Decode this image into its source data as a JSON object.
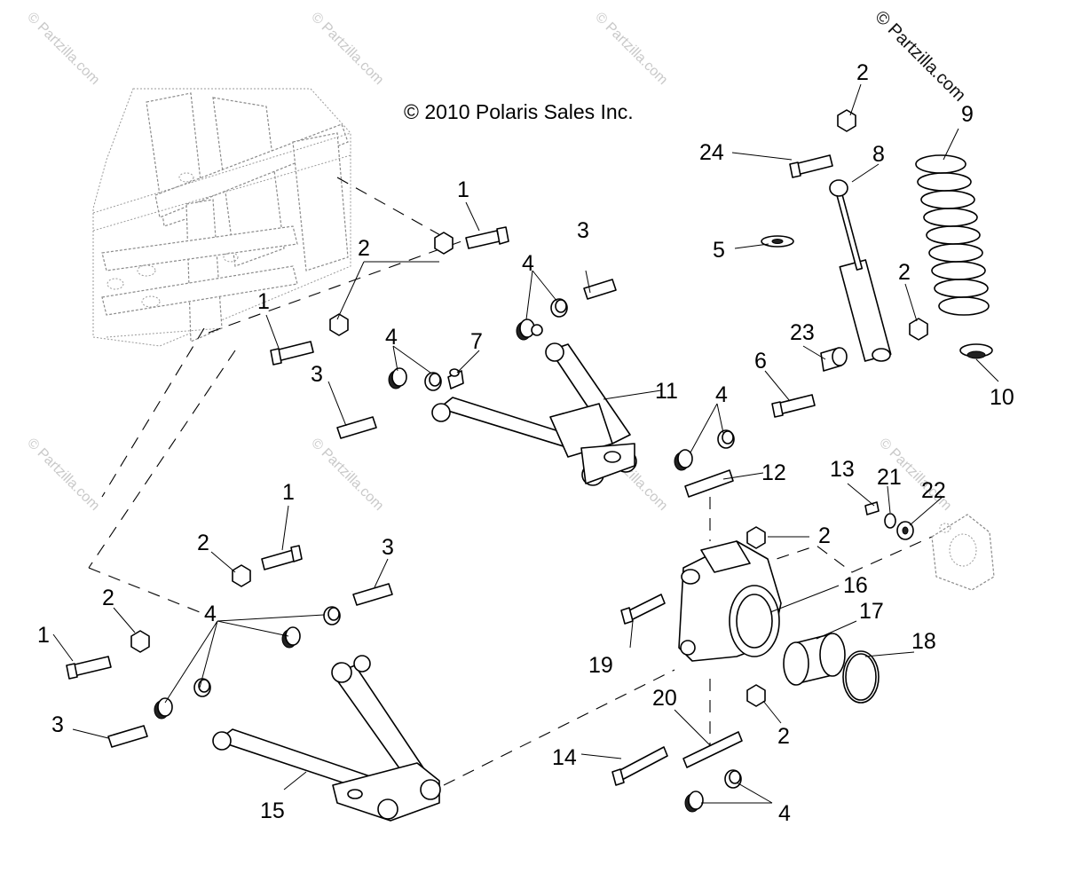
{
  "copyright": "© 2010 Polaris Sales Inc.",
  "watermark_main": "© Partzilla.com",
  "watermark_faint": "© Partzilla.com",
  "callouts": [
    "1",
    "2",
    "3",
    "4",
    "5",
    "6",
    "7",
    "8",
    "9",
    "10",
    "11",
    "12",
    "13",
    "14",
    "15",
    "16",
    "17",
    "18",
    "19",
    "20",
    "21",
    "22",
    "23",
    "24"
  ],
  "callout_instances": {
    "n1a": "1",
    "n1b": "1",
    "n1c": "1",
    "n1d": "1",
    "n2a": "2",
    "n2b": "2",
    "n2c": "2",
    "n2d": "2",
    "n2e": "2",
    "n2f": "2",
    "n2g": "2",
    "n3a": "3",
    "n3b": "3",
    "n3c": "3",
    "n3d": "3",
    "n4a": "4",
    "n4b": "4",
    "n4c": "4",
    "n4d": "4",
    "n4e": "4",
    "n5": "5",
    "n6": "6",
    "n7": "7",
    "n8": "8",
    "n9": "9",
    "n10": "10",
    "n11": "11",
    "n12": "12",
    "n13": "13",
    "n14": "14",
    "n15": "15",
    "n16": "16",
    "n17": "17",
    "n18": "18",
    "n19": "19",
    "n20": "20",
    "n21": "21",
    "n22": "22",
    "n23": "23",
    "n24": "24"
  },
  "colors": {
    "line": "#000000",
    "frame": "#9a9a9a",
    "watermark": "#c9c9c9",
    "background": "#ffffff"
  },
  "icons": [
    "bolt",
    "nut",
    "pivot-tube",
    "bushing",
    "washer",
    "shock",
    "spring",
    "a-arm",
    "bearing-carrier",
    "bearing",
    "snap-ring",
    "brake-caliper",
    "frame"
  ]
}
